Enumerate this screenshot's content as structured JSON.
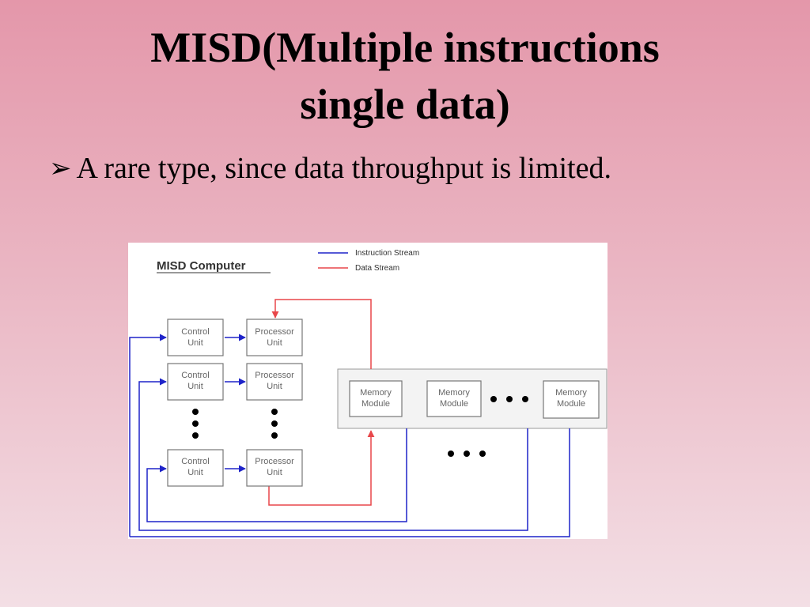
{
  "slide": {
    "title_line1": "MISD(Multiple instructions",
    "title_line2": "single data)",
    "bullet_glyph": "➢",
    "bullet_text": "A rare type, since data throughput is limited."
  },
  "diagram": {
    "title": "MISD Computer",
    "legend": [
      {
        "label": "Instruction Stream",
        "color": "#1f24c9"
      },
      {
        "label": "Data Stream",
        "color": "#e8474a"
      }
    ],
    "control_units": [
      {
        "line1": "Control",
        "line2": "Unit"
      },
      {
        "line1": "Control",
        "line2": "Unit"
      },
      {
        "line1": "Control",
        "line2": "Unit"
      }
    ],
    "processor_units": [
      {
        "line1": "Processor",
        "line2": "Unit"
      },
      {
        "line1": "Processor",
        "line2": "Unit"
      },
      {
        "line1": "Processor",
        "line2": "Unit"
      }
    ],
    "memory_modules": [
      {
        "line1": "Memory",
        "line2": "Module"
      },
      {
        "line1": "Memory",
        "line2": "Module"
      },
      {
        "line1": "Memory",
        "line2": "Module"
      }
    ]
  }
}
